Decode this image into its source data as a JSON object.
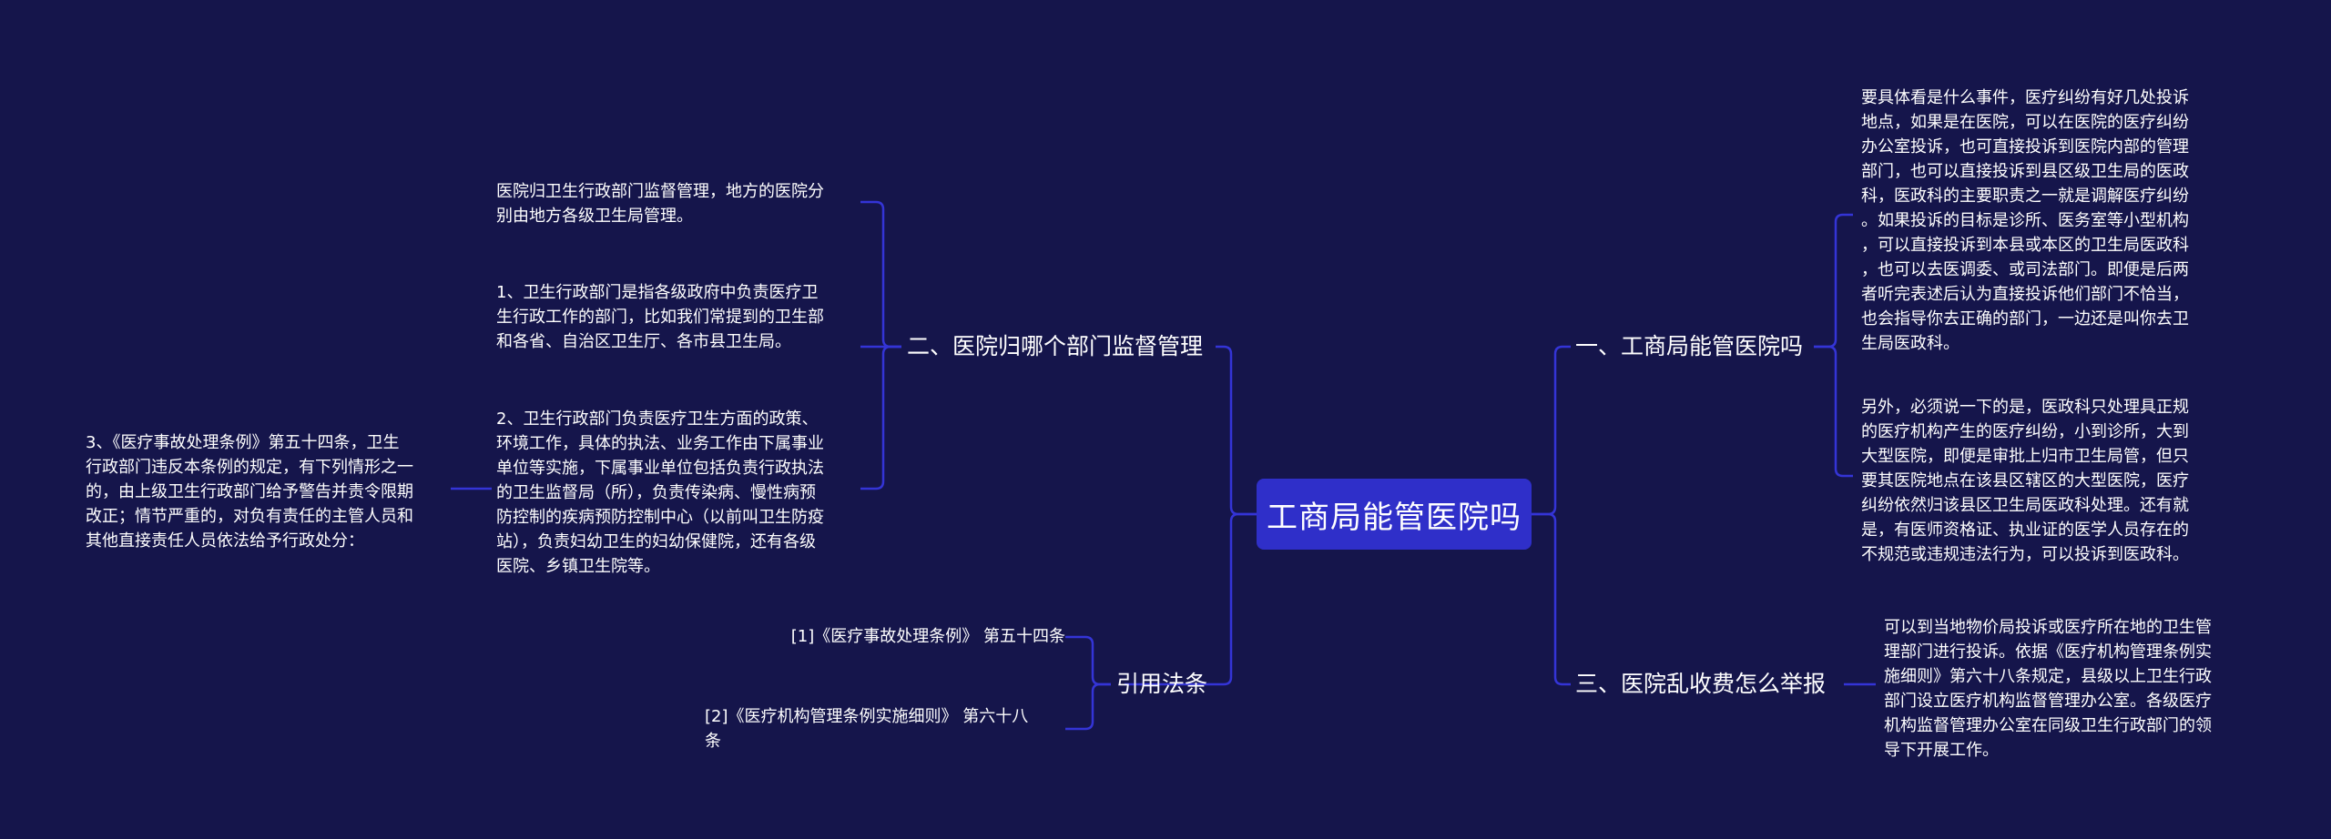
{
  "root": {
    "label": "工商局能管医院吗"
  },
  "branches": {
    "b1": {
      "label": "一、工商局能管医院吗"
    },
    "b2": {
      "label": "二、医院归哪个部门监督管理"
    },
    "b3": {
      "label": "三、医院乱收费怎么举报"
    },
    "b4": {
      "label": "引用法条"
    }
  },
  "leaves": {
    "b1_1": [
      "要具体看是什么事件，医疗纠纷有好几处投诉",
      "地点，如果是在医院，可以在医院的医疗纠纷",
      "办公室投诉，也可直接投诉到医院内部的管理",
      "部门，也可以直接投诉到县区级卫生局的医政",
      "科，医政科的主要职责之一就是调解医疗纠纷",
      "。如果投诉的目标是诊所、医务室等小型机构",
      "，可以直接投诉到本县或本区的卫生局医政科",
      "，也可以去医调委、或司法部门。即便是后两",
      "者听完表述后认为直接投诉他们部门不恰当，",
      "也会指导你去正确的部门，一边还是叫你去卫",
      "生局医政科。"
    ],
    "b1_2": [
      "另外，必须说一下的是，医政科只处理具正规",
      "的医疗机构产生的医疗纠纷，小到诊所，大到",
      "大型医院，即便是审批上归市卫生局管，但只",
      "要其医院地点在该县区辖区的大型医院，医疗",
      "纠纷依然归该县区卫生局医政科处理。还有就",
      "是，有医师资格证、执业证的医学人员存在的",
      "不规范或违规违法行为，可以投诉到医政科。"
    ],
    "b2_1": [
      "医院归卫生行政部门监督管理，地方的医院分",
      "别由地方各级卫生局管理。"
    ],
    "b2_2": [
      "1、卫生行政部门是指各级政府中负责医疗卫",
      "生行政工作的部门，比如我们常提到的卫生部",
      "和各省、自治区卫生厅、各市县卫生局。"
    ],
    "b2_3": [
      "2、卫生行政部门负责医疗卫生方面的政策、",
      "环境工作，具体的执法、业务工作由下属事业",
      "单位等实施，下属事业单位包括负责行政执法",
      "的卫生监督局（所），负责传染病、慢性病预",
      "防控制的疾病预防控制中心（以前叫卫生防疫",
      "站），负责妇幼卫生的妇幼保健院，还有各级",
      "医院、乡镇卫生院等。"
    ],
    "b2_3_1": [
      "3、《医疗事故处理条例》第五十四条，卫生",
      "行政部门违反本条例的规定，有下列情形之一",
      "的，由上级卫生行政部门给予警告并责令限期",
      "改正；情节严重的，对负有责任的主管人员和",
      "其他直接责任人员依法给予行政处分："
    ],
    "b3_1": [
      "可以到当地物价局投诉或医疗所在地的卫生管",
      "理部门进行投诉。依据《医疗机构管理条例实",
      "施细则》第六十八条规定，县级以上卫生行政",
      "部门设立医疗机构监督管理办公室。各级医疗",
      "机构监督管理办公室在同级卫生行政部门的领",
      "导下开展工作。"
    ],
    "b4_1": [
      "[1]《医疗事故处理条例》 第五十四条"
    ],
    "b4_2": [
      "[2]《医疗机构管理条例实施细则》 第六十八",
      "条"
    ]
  },
  "colors": {
    "background": "#15154b",
    "root_fill": "#2f2fc9",
    "link": "#3434d6",
    "text": "#ffffff"
  }
}
